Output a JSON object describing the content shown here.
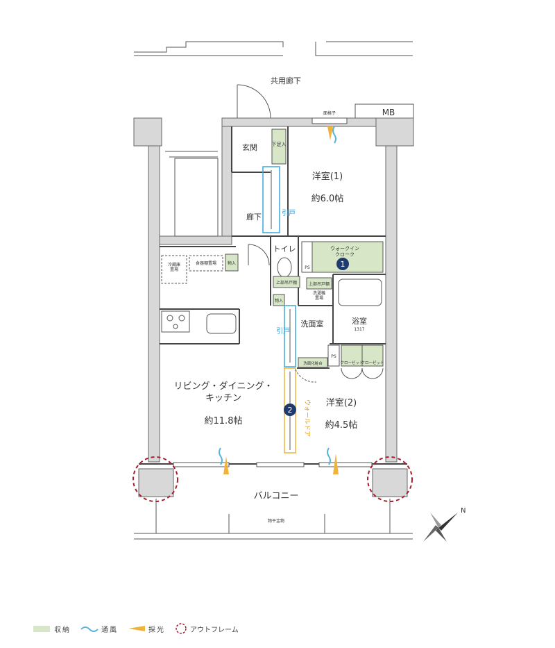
{
  "labels": {
    "common_corridor": "共用廊下",
    "mb": "MB",
    "lattice": "面格子",
    "entrance": "玄関",
    "shoe_storage": "下足入",
    "western1": "洋室(1)",
    "western1_size": "約6.0帖",
    "hallway": "廊下",
    "sliding1": "引戸",
    "toilet": "トイレ",
    "walk_in_closet": "ウォークイン\nクローク",
    "ps1": "PS",
    "storage_small1": "物入",
    "storage_small2": "物入",
    "upper_cabinet_toilet": "上部吊戸棚",
    "upper_cabinet_laundry": "上部吊戸棚",
    "laundry_pan": "洗濯機\n置場",
    "fridge": "冷蔵庫\n置場",
    "dish_rack": "食器棚置場",
    "bath": "浴室",
    "bath_size": "1317",
    "washroom": "洗面室",
    "sliding2": "引戸",
    "ps2": "PS",
    "closet": "クローゼット",
    "closet2": "クローゼット",
    "washstand_cabinet": "洗面化粧台",
    "ldk": "リビング・ダイニング・\nキッチン",
    "ldk_size": "約11.8帖",
    "western2": "洋室(2)",
    "western2_size": "約4.5帖",
    "wall_door": "ウォールドア",
    "balcony": "バルコニー",
    "drying_hardware": "物干金物",
    "north": "N",
    "marker1": "1",
    "marker2": "2"
  },
  "legend": {
    "storage": "収納",
    "ventilation": "通風",
    "daylight": "採光",
    "outframe": "アウトフレーム"
  },
  "colors": {
    "storage": "#d7e6c7",
    "ventilation": "#5ab4d8",
    "daylight": "#f0b43c",
    "outframe": "#a81c2c",
    "marker": "#1f3a6e",
    "wall": "#d8d8d8"
  }
}
